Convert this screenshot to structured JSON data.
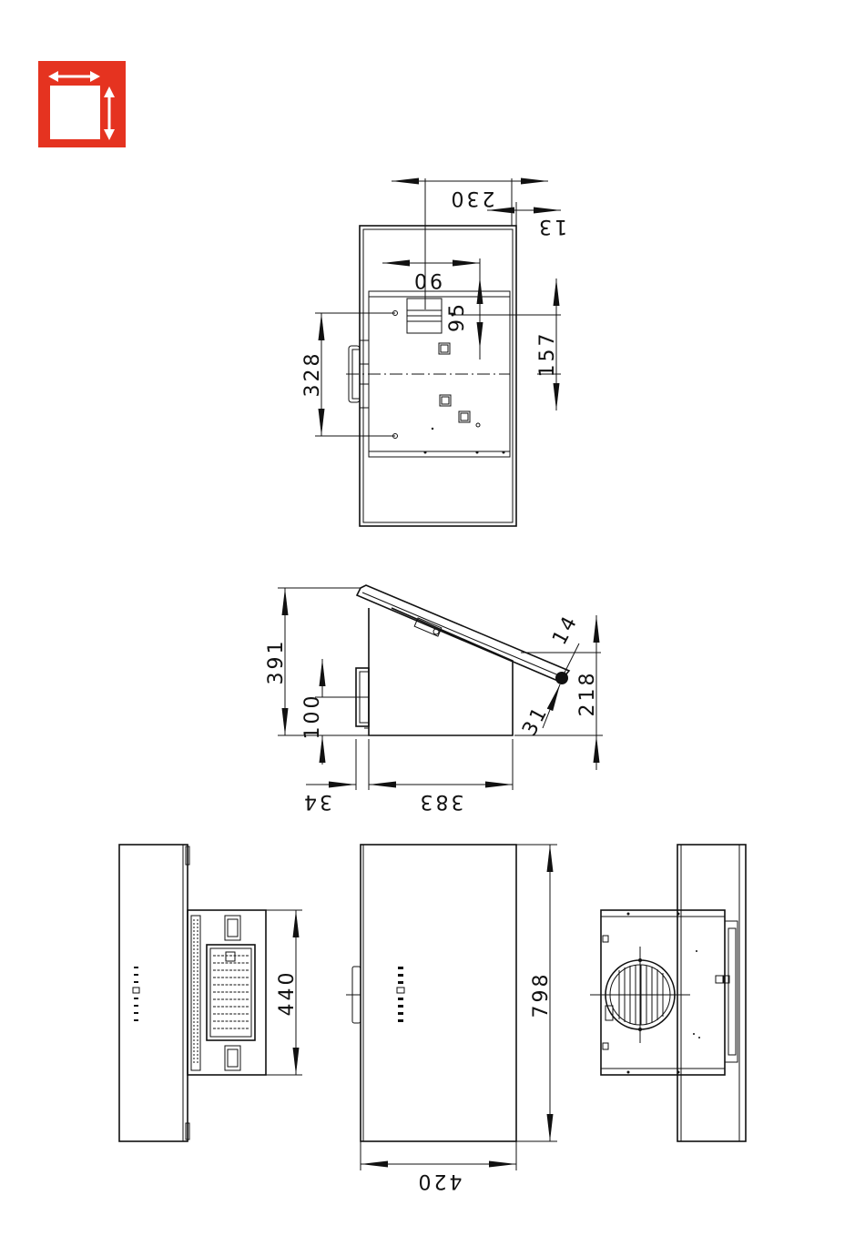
{
  "badge": {
    "color": "#e53320",
    "icon": "dimensions-icon"
  },
  "dimensions": {
    "top_view": {
      "d230": "230",
      "d13": "13",
      "d90": "90",
      "d95": "95",
      "d157": "157",
      "d328": "328"
    },
    "side_view": {
      "d391": "391",
      "d100": "100",
      "d14": "14",
      "d218": "218",
      "d31": "31",
      "d34": "34",
      "d383": "383"
    },
    "bottom_views": {
      "d440": "440",
      "d798": "798",
      "d420": "420"
    }
  }
}
